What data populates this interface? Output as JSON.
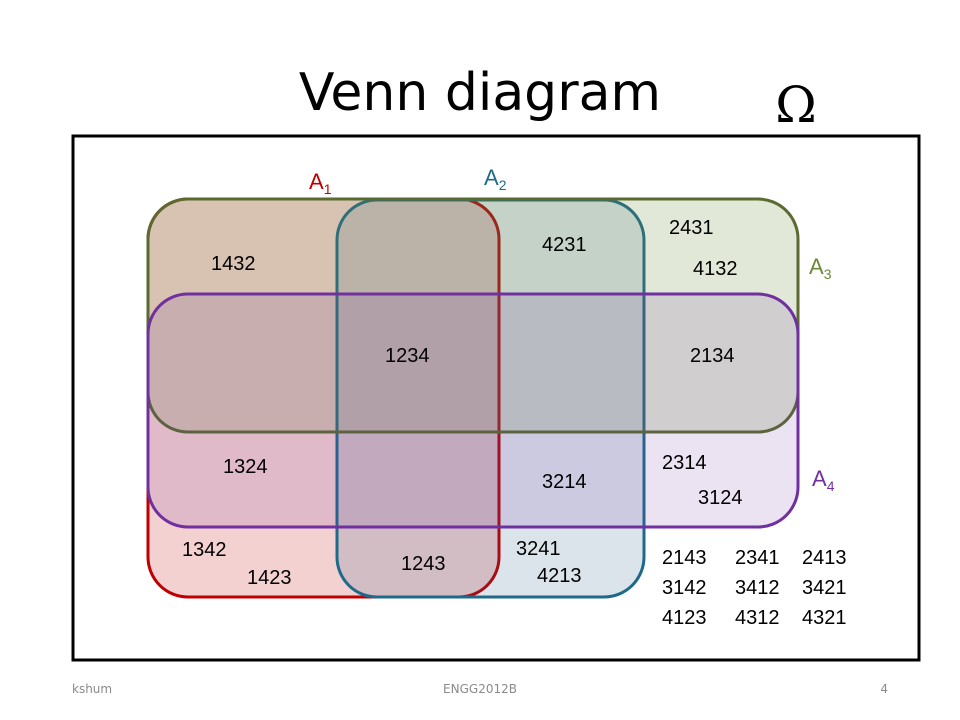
{
  "slide": {
    "title": "Venn diagram",
    "omega_symbol": "Ω"
  },
  "sets": {
    "a1": {
      "letter": "A",
      "sub": "1",
      "color": "#C00000"
    },
    "a2": {
      "letter": "A",
      "sub": "2",
      "color": "#1F6A8A"
    },
    "a3": {
      "letter": "A",
      "sub": "3",
      "color": "#6A8A3A"
    },
    "a4": {
      "letter": "A",
      "sub": "4",
      "color": "#7030A0"
    }
  },
  "regions": {
    "r1432": "1432",
    "r4231": "4231",
    "r2431": "2431",
    "r4132": "4132",
    "r1234": "1234",
    "r2134": "2134",
    "r1324": "1324",
    "r3214": "3214",
    "r2314": "2314",
    "r3124": "3124",
    "r1342": "1342",
    "r1423": "1423",
    "r1243": "1243",
    "r3241": "3241",
    "r4213": "4213"
  },
  "outside": [
    [
      "2143",
      "2341",
      "2413"
    ],
    [
      "3142",
      "3412",
      "3421"
    ],
    [
      "4123",
      "4312",
      "4321"
    ]
  ],
  "footer": {
    "left": "kshum",
    "center": "ENGG2012B",
    "page": "4"
  }
}
